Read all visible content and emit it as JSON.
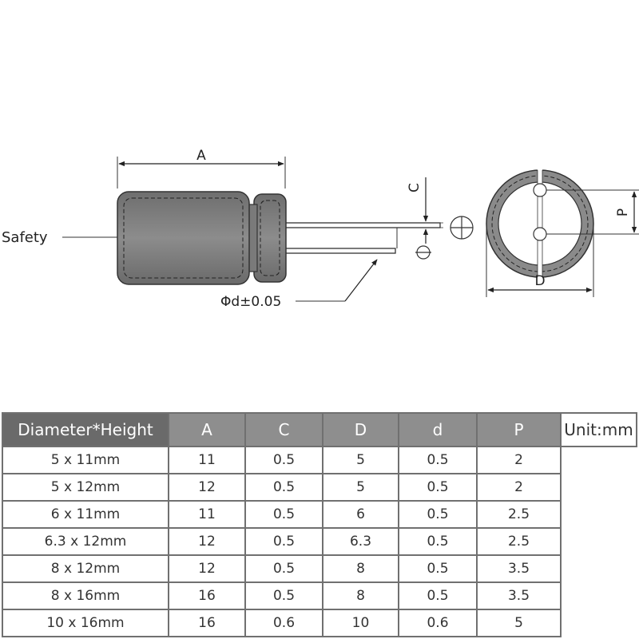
{
  "diagram": {
    "labels": {
      "a": "A",
      "c": "C",
      "d": "D",
      "p": "P",
      "safety": "Safety",
      "lead": "Φd±0.05"
    }
  },
  "table": {
    "headers": [
      "Diameter*Height",
      "A",
      "C",
      "D",
      "d",
      "P"
    ],
    "rows": [
      [
        "5 x 11mm",
        "11",
        "0.5",
        "5",
        "0.5",
        "2"
      ],
      [
        "5 x 12mm",
        "12",
        "0.5",
        "5",
        "0.5",
        "2"
      ],
      [
        "6 x 11mm",
        "11",
        "0.5",
        "6",
        "0.5",
        "2.5"
      ],
      [
        "6.3 x 12mm",
        "12",
        "0.5",
        "6.3",
        "0.5",
        "2.5"
      ],
      [
        "8 x 12mm",
        "12",
        "0.5",
        "8",
        "0.5",
        "3.5"
      ],
      [
        "8 x 16mm",
        "16",
        "0.5",
        "8",
        "0.5",
        "3.5"
      ],
      [
        "10 x 16mm",
        "16",
        "0.6",
        "10",
        "0.6",
        "5"
      ]
    ],
    "unit": "Unit:mm"
  }
}
